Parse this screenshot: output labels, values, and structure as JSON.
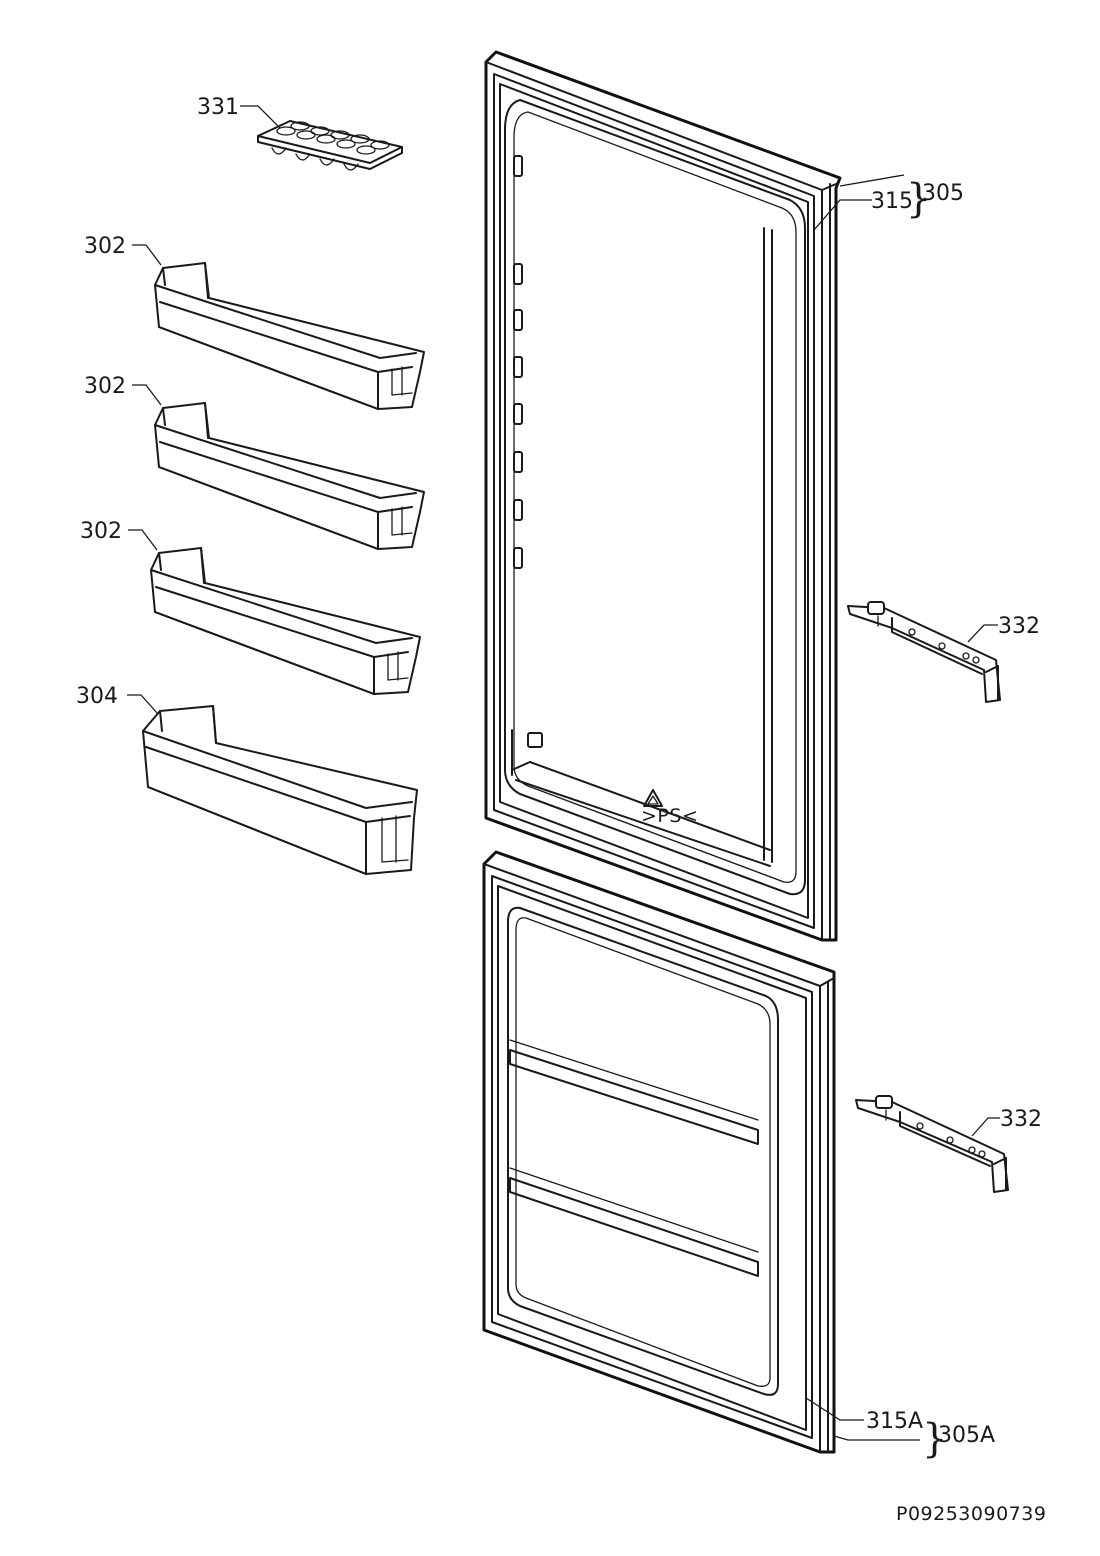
{
  "labels": {
    "egg_tray": "331",
    "shelf_1": "302",
    "shelf_2": "302",
    "shelf_3": "302",
    "bottle_shelf": "304",
    "upper_door_assembly": "305",
    "upper_gasket": "315",
    "upper_hinge": "332",
    "lower_hinge": "332",
    "lower_gasket": "315A",
    "lower_door_assembly": "305A"
  },
  "drawing_code": "P09253090739",
  "recycle_mark": ">PS<",
  "colors": {
    "line": "#1a1a1a",
    "background": "#ffffff"
  }
}
